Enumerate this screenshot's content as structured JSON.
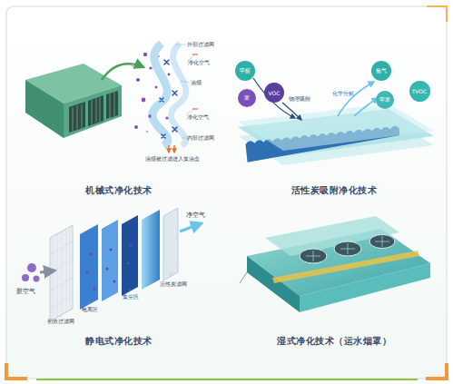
{
  "diagram": {
    "nodes": [
      {
        "text": [
          "机械式净化技术"
        ]
      },
      {
        "text": [
          "活性炭吸附净化技术"
        ]
      },
      {
        "text": [
          "甲醛"
        ],
        "in": 1
      },
      {
        "text": [
          "苯"
        ],
        "in": 1
      },
      {
        "text": [
          "VOC"
        ],
        "in": 1
      },
      {
        "text": [
          "氨气"
        ],
        "in": 1
      },
      {
        "text": [
          "TVOC"
        ],
        "in": 1
      },
      {
        "text": [
          "甲苯"
        ],
        "in": 1
      },
      {
        "text": [
          "静电式净化技术"
        ]
      },
      {
        "text": [
          "湿式净化技术（运水烟罩）"
        ]
      }
    ],
    "labels": [
      "外部过滤网",
      "净化空气",
      "油烟",
      "净化空气",
      "内部过滤网",
      "油烟被过滤进入集油盒",
      "物理吸附",
      "化学分解",
      "脏空气",
      "净空气",
      "初效过滤网",
      "电离区",
      "集尘区",
      "活性炭滤网"
    ]
  }
}
